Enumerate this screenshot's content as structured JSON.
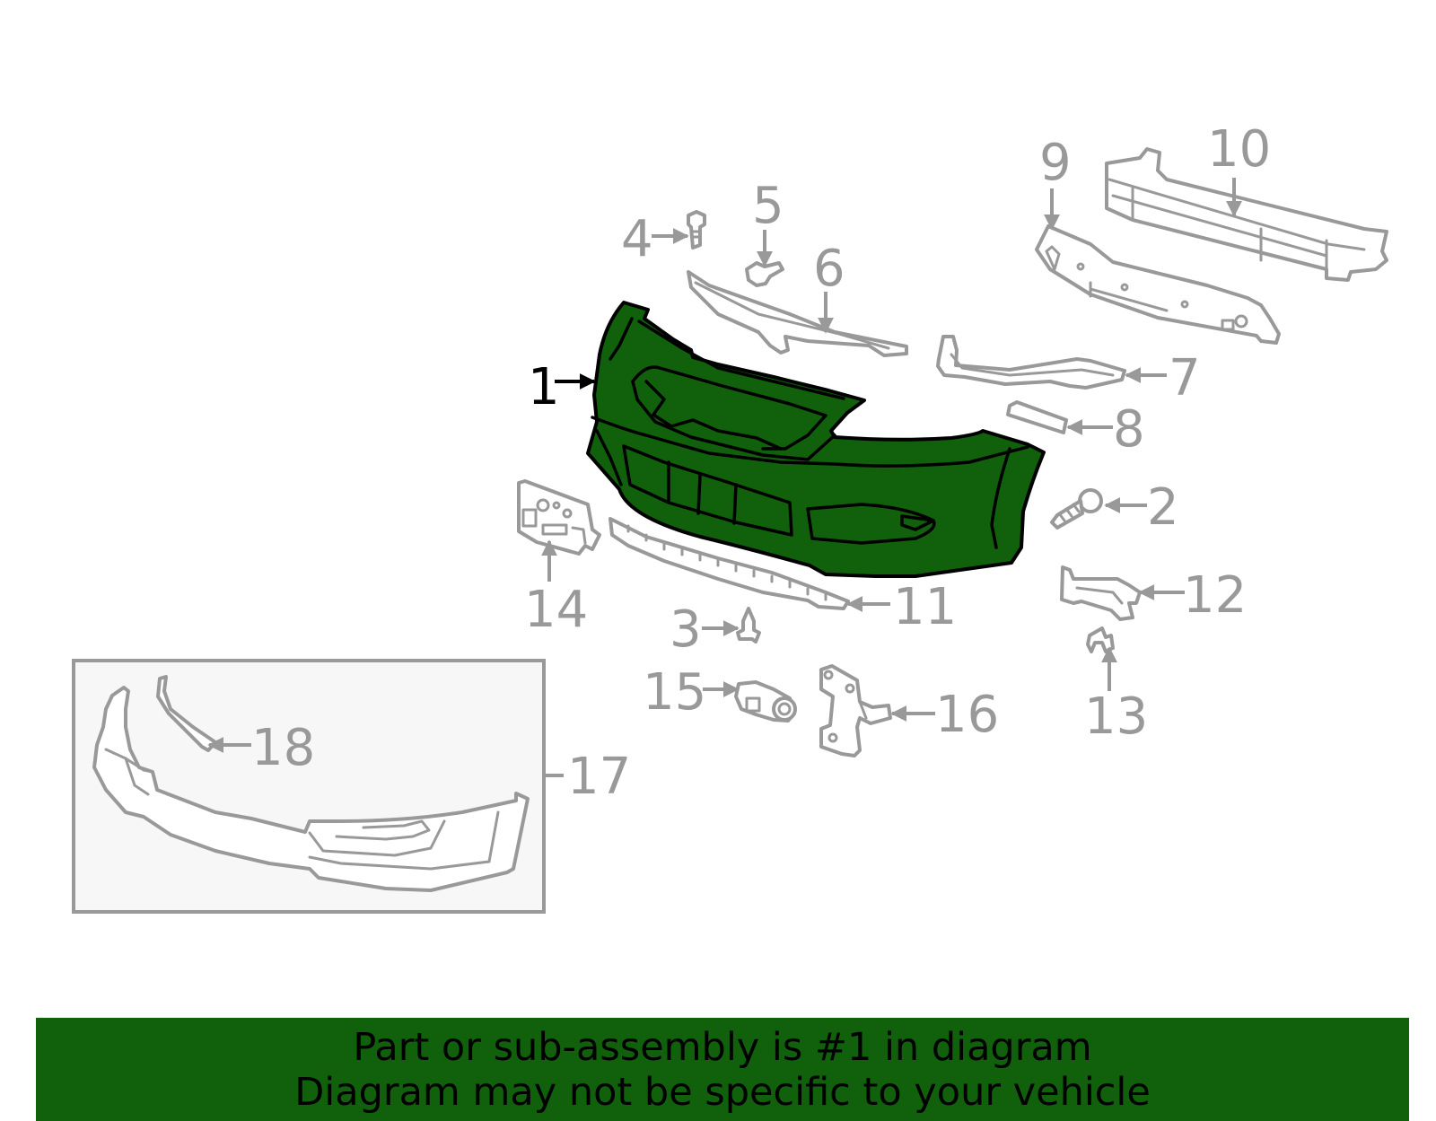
{
  "diagram": {
    "selected_part": "1",
    "callouts": [
      "1",
      "2",
      "3",
      "4",
      "5",
      "6",
      "7",
      "8",
      "9",
      "10",
      "11",
      "12",
      "13",
      "14",
      "15",
      "16",
      "17",
      "18"
    ]
  },
  "colors": {
    "highlight": "#11600c",
    "outline": "#999999",
    "inset_background": "#f7f7f7"
  },
  "banner": {
    "line1": "Part or sub-assembly is #1 in diagram",
    "line2": "Diagram may not be specific to your vehicle"
  }
}
